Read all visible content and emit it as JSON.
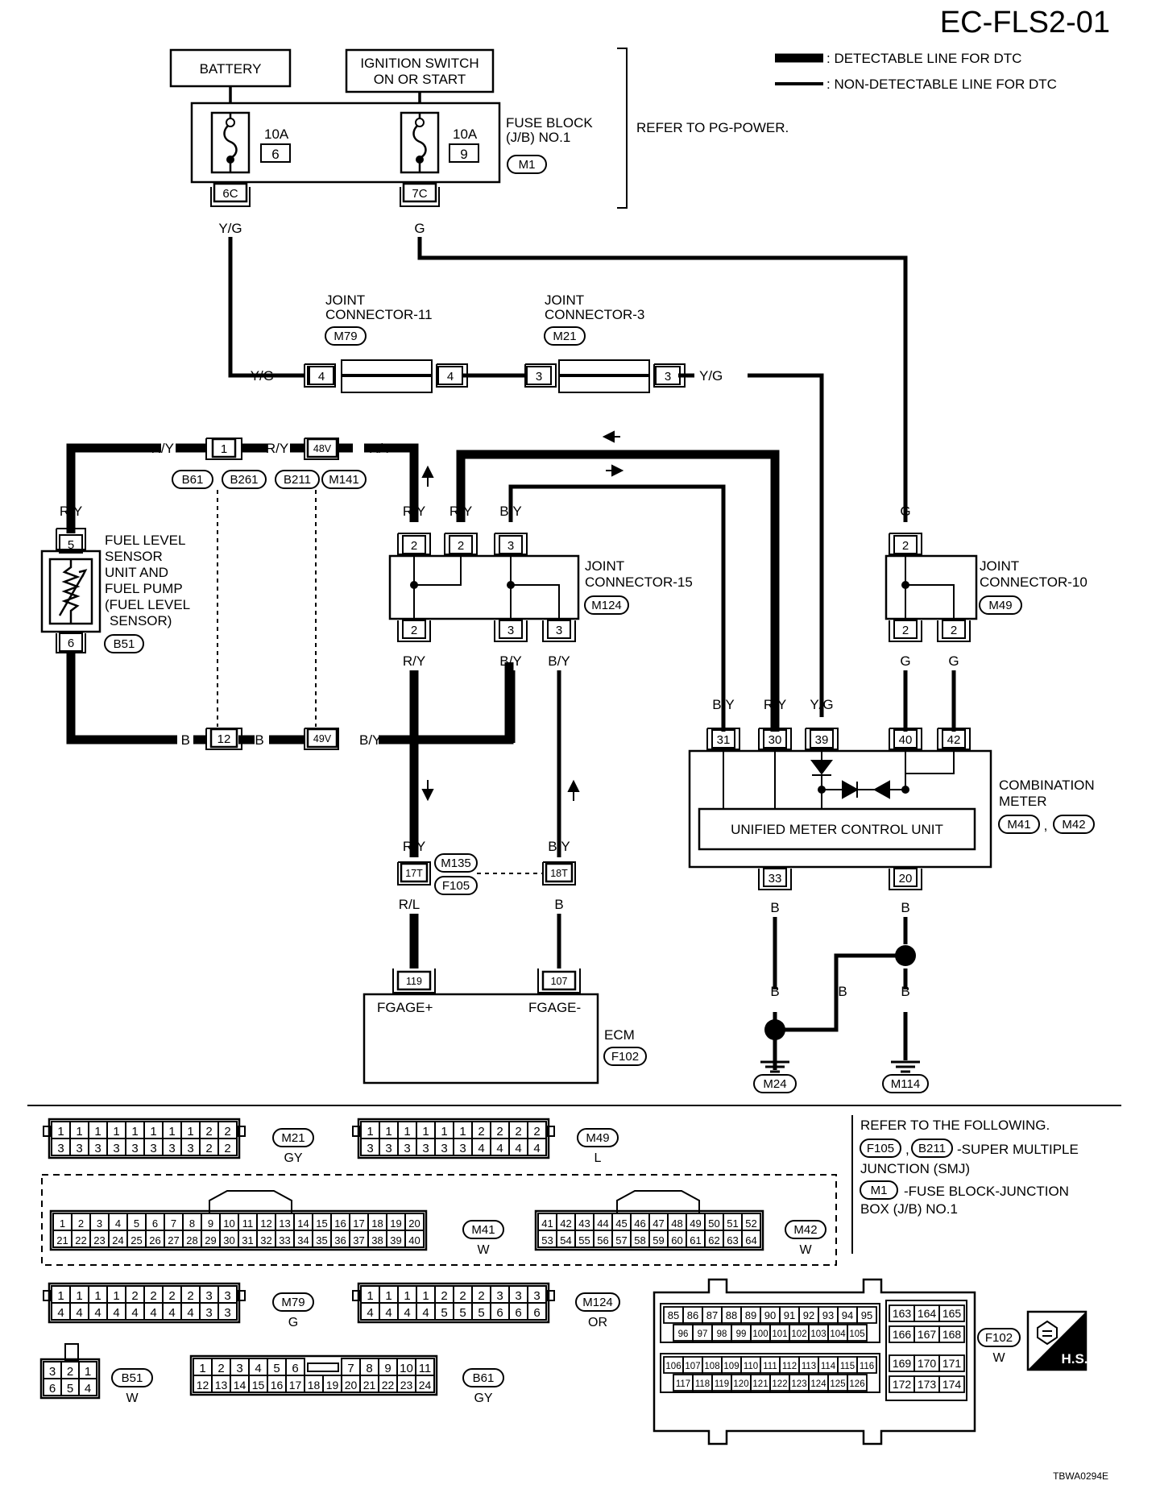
{
  "title": "EC-FLS2-01",
  "legend": {
    "detectable": ": DETECTABLE LINE FOR DTC",
    "non_detectable": ": NON-DETECTABLE LINE FOR DTC"
  },
  "power": {
    "battery": "BATTERY",
    "ignition_line1": "IGNITION SWITCH",
    "ignition_line2": "ON OR START",
    "fuse1_amp": "10A",
    "fuse1_num": "6",
    "fuse2_amp": "10A",
    "fuse2_num": "9",
    "fuse_block_line1": "FUSE BLOCK",
    "fuse_block_line2": "(J/B) NO.1",
    "fuse_block_conn": "M1",
    "term_6c": "6C",
    "term_7c": "7C",
    "refer_power": "REFER TO PG-POWER."
  },
  "wires": {
    "yg": "Y/G",
    "g": "G",
    "ry": "R/Y",
    "by": "B/Y",
    "b": "B",
    "rl": "R/L"
  },
  "joint11": {
    "line1": "JOINT",
    "line2": "CONNECTOR-11",
    "conn": "M79",
    "pin_a": "4",
    "pin_b": "4"
  },
  "joint3": {
    "line1": "JOINT",
    "line2": "CONNECTOR-3",
    "conn": "M21",
    "pin_a": "3",
    "pin_b": "3"
  },
  "sensor": {
    "line1": "FUEL LEVEL",
    "line2": "SENSOR",
    "line3": "UNIT AND",
    "line4": "FUEL PUMP",
    "line5": "(FUEL LEVEL",
    "line6": "SENSOR)",
    "conn": "B51",
    "pin_top": "5",
    "pin_bottom": "6"
  },
  "harness": {
    "pin_1": "1",
    "pin_48v": "48V",
    "pin_12": "12",
    "pin_49v": "49V",
    "c_b61": "B61",
    "c_b261": "B261",
    "c_b211": "B211",
    "c_m141": "M141"
  },
  "joint15": {
    "line1": "JOINT",
    "line2": "CONNECTOR-15",
    "conn": "M124",
    "p_top_1": "2",
    "p_top_2": "2",
    "p_top_3": "3",
    "p_bot_1": "2",
    "p_bot_2": "3",
    "p_bot_3": "3"
  },
  "joint10": {
    "line1": "JOINT",
    "line2": "CONNECTOR-10",
    "conn": "M49",
    "p_top": "2",
    "p_bot_1": "2",
    "p_bot_2": "2"
  },
  "meter": {
    "line1": "COMBINATION",
    "line2": "METER",
    "conn_a": "M41",
    "sep": ",",
    "conn_b": "M42",
    "unit": "UNIFIED METER CONTROL UNIT",
    "p31": "31",
    "p30": "30",
    "p39": "39",
    "p40": "40",
    "p42": "42",
    "p33": "33",
    "p20": "20"
  },
  "mid_conn": {
    "p17t": "17T",
    "p18t": "18T",
    "c_m135": "M135",
    "c_f105": "F105"
  },
  "ecm": {
    "label": "ECM",
    "conn": "F102",
    "p119": "119",
    "p107": "107",
    "fgage_plus": "FGAGE+",
    "fgage_minus": "FGAGE-"
  },
  "grounds": {
    "m24": "M24",
    "m114": "M114"
  },
  "connector_views": {
    "m21": {
      "id": "M21",
      "color": "GY",
      "row1": [
        "1",
        "1",
        "1",
        "1",
        "1",
        "1",
        "1",
        "1",
        "2",
        "2"
      ],
      "row2": [
        "3",
        "3",
        "3",
        "3",
        "3",
        "3",
        "3",
        "3",
        "2",
        "2"
      ]
    },
    "m49": {
      "id": "M49",
      "color": "L",
      "row1": [
        "1",
        "1",
        "1",
        "1",
        "1",
        "1",
        "2",
        "2",
        "2",
        "2"
      ],
      "row2": [
        "3",
        "3",
        "3",
        "3",
        "3",
        "3",
        "4",
        "4",
        "4",
        "4"
      ]
    },
    "m41": {
      "id": "M41",
      "color": "W",
      "row1": [
        "1",
        "2",
        "3",
        "4",
        "5",
        "6",
        "7",
        "8",
        "9",
        "10",
        "11",
        "12",
        "13",
        "14",
        "15",
        "16",
        "17",
        "18",
        "19",
        "20"
      ],
      "row2": [
        "21",
        "22",
        "23",
        "24",
        "25",
        "26",
        "27",
        "28",
        "29",
        "30",
        "31",
        "32",
        "33",
        "34",
        "35",
        "36",
        "37",
        "38",
        "39",
        "40"
      ]
    },
    "m42": {
      "id": "M42",
      "color": "W",
      "row1": [
        "41",
        "42",
        "43",
        "44",
        "45",
        "46",
        "47",
        "48",
        "49",
        "50",
        "51",
        "52"
      ],
      "row2": [
        "53",
        "54",
        "55",
        "56",
        "57",
        "58",
        "59",
        "60",
        "61",
        "62",
        "63",
        "64"
      ]
    },
    "m79": {
      "id": "M79",
      "color": "G",
      "row1": [
        "1",
        "1",
        "1",
        "1",
        "2",
        "2",
        "2",
        "2",
        "3",
        "3"
      ],
      "row2": [
        "4",
        "4",
        "4",
        "4",
        "4",
        "4",
        "4",
        "4",
        "3",
        "3"
      ]
    },
    "m124": {
      "id": "M124",
      "color": "OR",
      "row1": [
        "1",
        "1",
        "1",
        "1",
        "2",
        "2",
        "2",
        "3",
        "3",
        "3"
      ],
      "row2": [
        "4",
        "4",
        "4",
        "4",
        "5",
        "5",
        "5",
        "6",
        "6",
        "6"
      ]
    },
    "b51": {
      "id": "B51",
      "color": "W",
      "row1": [
        "3",
        "2",
        "1"
      ],
      "row2": [
        "6",
        "5",
        "4"
      ]
    },
    "b61": {
      "id": "B61",
      "color": "GY",
      "row1a": [
        "1",
        "2",
        "3",
        "4",
        "5",
        "6"
      ],
      "row1b": [
        "7",
        "8",
        "9",
        "10",
        "11"
      ],
      "row2": [
        "12",
        "13",
        "14",
        "15",
        "16",
        "17",
        "18",
        "19",
        "20",
        "21",
        "22",
        "23",
        "24"
      ]
    },
    "f102": {
      "id": "F102",
      "color": "W",
      "r1": [
        "85",
        "86",
        "87",
        "88",
        "89",
        "90",
        "91",
        "92",
        "93",
        "94",
        "95"
      ],
      "r2": [
        "96",
        "97",
        "98",
        "99",
        "100",
        "101",
        "102",
        "103",
        "104",
        "105"
      ],
      "r3": [
        "106",
        "107",
        "108",
        "109",
        "110",
        "111",
        "112",
        "113",
        "114",
        "115",
        "116"
      ],
      "r4": [
        "117",
        "118",
        "119",
        "120",
        "121",
        "122",
        "123",
        "124",
        "125",
        "126"
      ],
      "s1": [
        "163",
        "164",
        "165"
      ],
      "s2": [
        "166",
        "167",
        "168"
      ],
      "s3": [
        "169",
        "170",
        "171"
      ],
      "s4": [
        "172",
        "173",
        "174"
      ]
    }
  },
  "refer": {
    "line1": "REFER TO THE FOLLOWING.",
    "c_f105": "F105",
    "sep": ",",
    "c_b211": "B211",
    "smj1": "-SUPER MULTIPLE",
    "smj2": "JUNCTION (SMJ)",
    "c_m1": "M1",
    "fb1": "-FUSE BLOCK-JUNCTION",
    "fb2": "BOX (J/B) NO.1"
  },
  "hs_badge": "H.S.",
  "footer_code": "TBWA0294E"
}
